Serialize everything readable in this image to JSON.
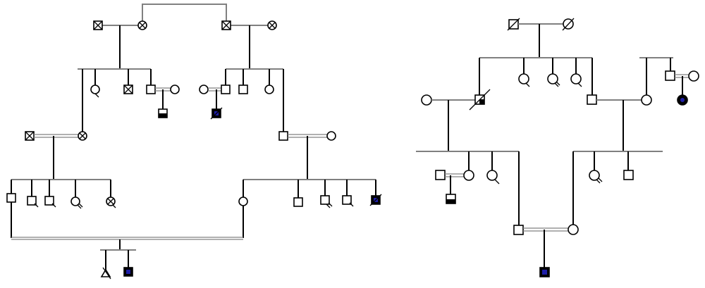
{
  "diagram": {
    "type": "pedigree",
    "families": [
      "left-pedigree",
      "right-pedigree"
    ],
    "colors": {
      "line": "#000000",
      "marriage_line": "#808080",
      "affected_fill": "#000000",
      "carrier_fill": "#000000",
      "proband_marker": "#1f1fa8",
      "unaffected_fill": "#ffffff"
    },
    "symbol_legend_keys": [
      "male",
      "female",
      "deceased",
      "affected",
      "half-filled",
      "proband",
      "miscarriage-triangle"
    ]
  }
}
